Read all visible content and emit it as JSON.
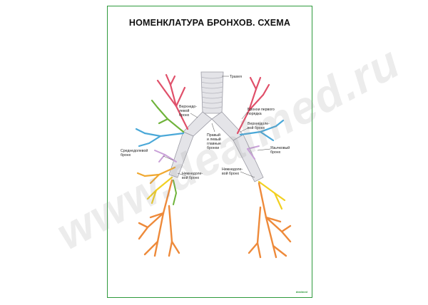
{
  "title": "НОМЕНКЛАТУРА БРОНХОВ. СХЕМА",
  "watermark": "www.dealmed.ru",
  "brand": "dealmed",
  "labels": {
    "trachea": "Трахея",
    "right_upper_bronchus": [
      "Верхнедо-",
      "левой",
      "бронх"
    ],
    "main_bronchi": [
      "Правый",
      "и левый",
      "главные",
      "бронхи"
    ],
    "right_middle_bronchus": [
      "Среднедолевой",
      "бронх"
    ],
    "right_lower_bronchus": [
      "Нижнедоле-",
      "вой бронх"
    ],
    "left_upper_bronchus": [
      "Бронхи первого",
      "порядка",
      "Верхнедоле-",
      "вой бронх"
    ],
    "left_lingular": [
      "Язычковый",
      "бронх"
    ],
    "left_lower_bronchus": [
      "Нижнедоле-",
      "вой бронх"
    ]
  },
  "colors": {
    "frame": "#2e9a3c",
    "trachea": "#e4e4e8",
    "apical": "#e0506a",
    "posterior": "#6fb33a",
    "anterior": "#4aa8d8",
    "lateral": "#c9a0d8",
    "middle": "#f0a830",
    "superior_lower": "#f2d020",
    "basal": "#ee8a3a"
  }
}
